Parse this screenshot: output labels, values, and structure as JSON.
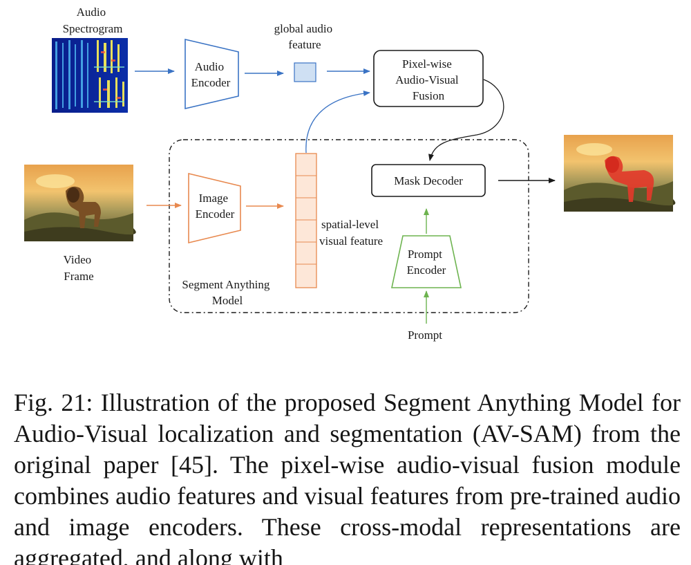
{
  "diagram": {
    "labels": {
      "audio_spectrogram": [
        "Audio",
        "Spectrogram"
      ],
      "audio_encoder": [
        "Audio",
        "Encoder"
      ],
      "global_audio_feature": [
        "global audio",
        "feature"
      ],
      "fusion": [
        "Pixel-wise",
        "Audio-Visual",
        "Fusion"
      ],
      "mask_decoder": "Mask Decoder",
      "image_encoder": [
        "Image",
        "Encoder"
      ],
      "spatial_feature": [
        "spatial-level",
        "visual feature"
      ],
      "prompt_encoder": [
        "Prompt",
        "Encoder"
      ],
      "prompt": "Prompt",
      "video_frame": [
        "Video",
        "Frame"
      ],
      "sam": [
        "Segment Anything",
        "Model"
      ]
    },
    "colors": {
      "audio_blue": "#3a73c4",
      "visual_orange": "#e8894f",
      "prompt_green": "#6db34f",
      "feature_fill_blue": "#cfe0f3",
      "feature_fill_orange": "#fde7d8",
      "black": "#1a1a1a"
    }
  },
  "caption": "Fig. 21: Illustration of the proposed Segment Anything Model for Audio-Visual localization and segmentation (AV-SAM) from the original paper [45]. The pixel-wise audio-visual fusion module combines audio features and visual features from pre-trained audio and image encoders. These cross-modal representations are aggregated, and along with"
}
